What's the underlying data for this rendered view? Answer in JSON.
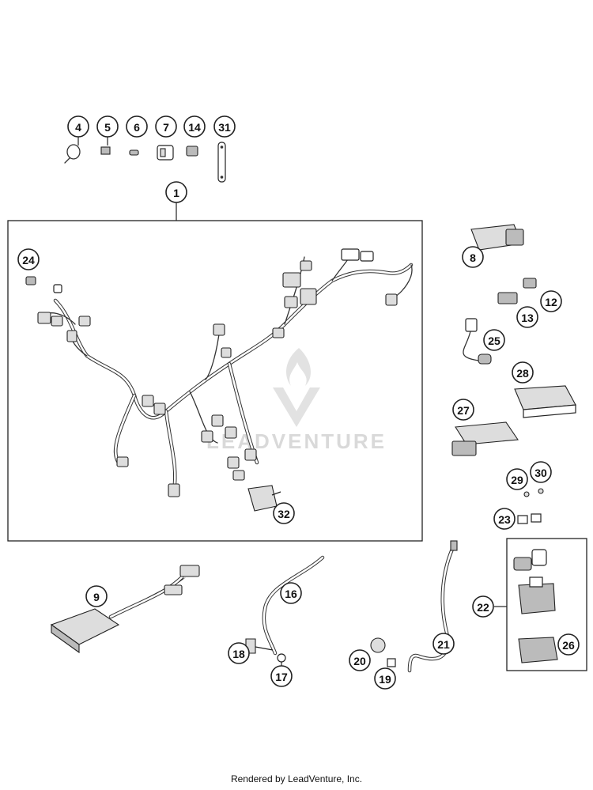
{
  "diagram": {
    "callouts": {
      "c1": "1",
      "c4": "4",
      "c5": "5",
      "c6": "6",
      "c7": "7",
      "c14": "14",
      "c31": "31",
      "c24": "24",
      "c8": "8",
      "c12": "12",
      "c13": "13",
      "c25": "25",
      "c28": "28",
      "c27": "27",
      "c29": "29",
      "c30": "30",
      "c23": "23",
      "c32": "32",
      "c9": "9",
      "c16": "16",
      "c18": "18",
      "c17": "17",
      "c21": "21",
      "c20": "20",
      "c19": "19",
      "c22": "22",
      "c26": "26"
    },
    "watermark": "LEADVENTURE"
  },
  "footer": {
    "text": "Rendered by LeadVenture, Inc."
  }
}
